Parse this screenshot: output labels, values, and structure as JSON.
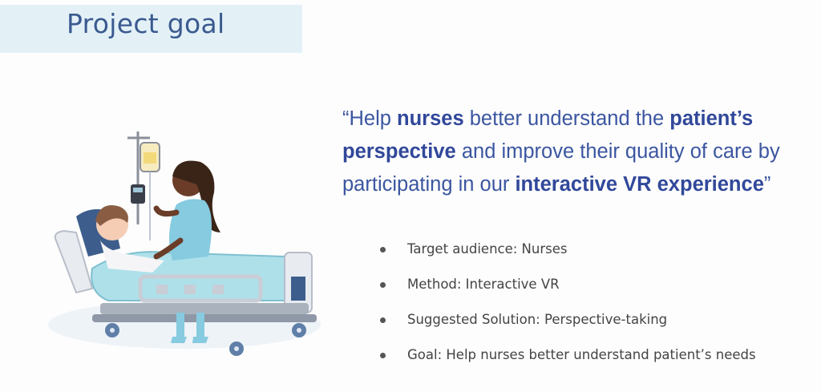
{
  "header": {
    "title": "Project goal"
  },
  "quote": {
    "parts": [
      {
        "text": "“Help ",
        "bold": false
      },
      {
        "text": "nurses",
        "bold": true
      },
      {
        "text": " better understand the ",
        "bold": false
      },
      {
        "text": "patient’s perspective",
        "bold": true
      },
      {
        "text": " and improve their quality of care by participating in our ",
        "bold": false
      },
      {
        "text": "interactive VR experience",
        "bold": true
      },
      {
        "text": "”",
        "bold": false
      }
    ]
  },
  "bullets": [
    {
      "label": "Target audience: Nurses"
    },
    {
      "label": "Method: Interactive VR"
    },
    {
      "label": "Suggested Solution: Perspective-taking"
    },
    {
      "label": "Goal: Help nurses better understand patient’s needs"
    }
  ],
  "colors": {
    "banner": "#e3f1f7",
    "title": "#3a5a8f",
    "quote": "#3b56a0",
    "bed_sheet": "#aee0ea",
    "bed_frame": "#dfe3ea"
  },
  "illustration": {
    "icon": "nurse-patient-hospital-bed-icon"
  }
}
